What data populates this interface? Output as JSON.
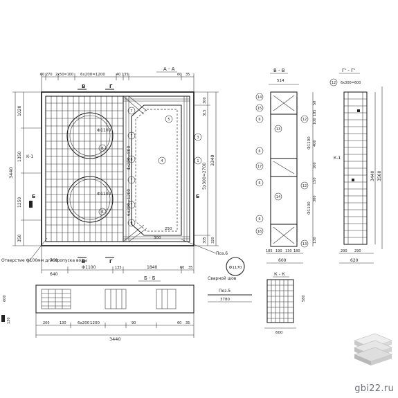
{
  "sections": {
    "main": "А - А",
    "vv": "В - В",
    "gg": "Г' - Г'",
    "bb": "Б - Б",
    "kk": "К - К"
  },
  "markers": {
    "k1_left": "К-1",
    "k1_right": "К-1",
    "pos6": "Поз.6",
    "pos5": "Поз.5",
    "svarnoy_shov": "Сварной шов",
    "otverstie": "Отверстие Ф100мм для пропуска воды"
  },
  "dims": {
    "top_row": [
      "60",
      "270",
      "2x50=100",
      "6x200=1200",
      "40",
      "135",
      "60",
      "35"
    ],
    "left_col": [
      "1020",
      "3440",
      "1350",
      "1250",
      "350"
    ],
    "right_col": [
      "3340",
      "5x300=2700",
      "300",
      "315",
      "305",
      "320"
    ],
    "inner": [
      "6x200=1200",
      "4x200=800",
      "Ф1100",
      "Ф1100",
      "250",
      "300"
    ],
    "bottom_row": [
      "760",
      "640",
      "Ф1100",
      "135",
      "1840",
      "60",
      "35"
    ],
    "section_bb": [
      "200",
      "130",
      "6x200",
      "1200",
      "90",
      "60",
      "35",
      "3440"
    ],
    "section_vv_top": [
      "514"
    ],
    "section_vv_side": [
      "50",
      "185",
      "100",
      "400",
      "Ф1100",
      "100",
      "150",
      "300",
      "Ф1100",
      "130"
    ],
    "section_vv_bottom": [
      "185",
      "190",
      "130",
      "180",
      "600"
    ],
    "section_gg_top": [
      "6x300=600"
    ],
    "section_gg_side": [
      "3440",
      "3560"
    ],
    "section_gg_bottom": [
      "290",
      "290",
      "620"
    ],
    "section_kk": [
      "600",
      "580",
      "3780",
      "Ф1170"
    ]
  },
  "callouts": [
    "1",
    "2",
    "3",
    "4",
    "5",
    "6",
    "7",
    "8",
    "9",
    "10",
    "11",
    "12",
    "13",
    "14",
    "15",
    "16",
    "17"
  ],
  "watermark": "gbi22.ru"
}
